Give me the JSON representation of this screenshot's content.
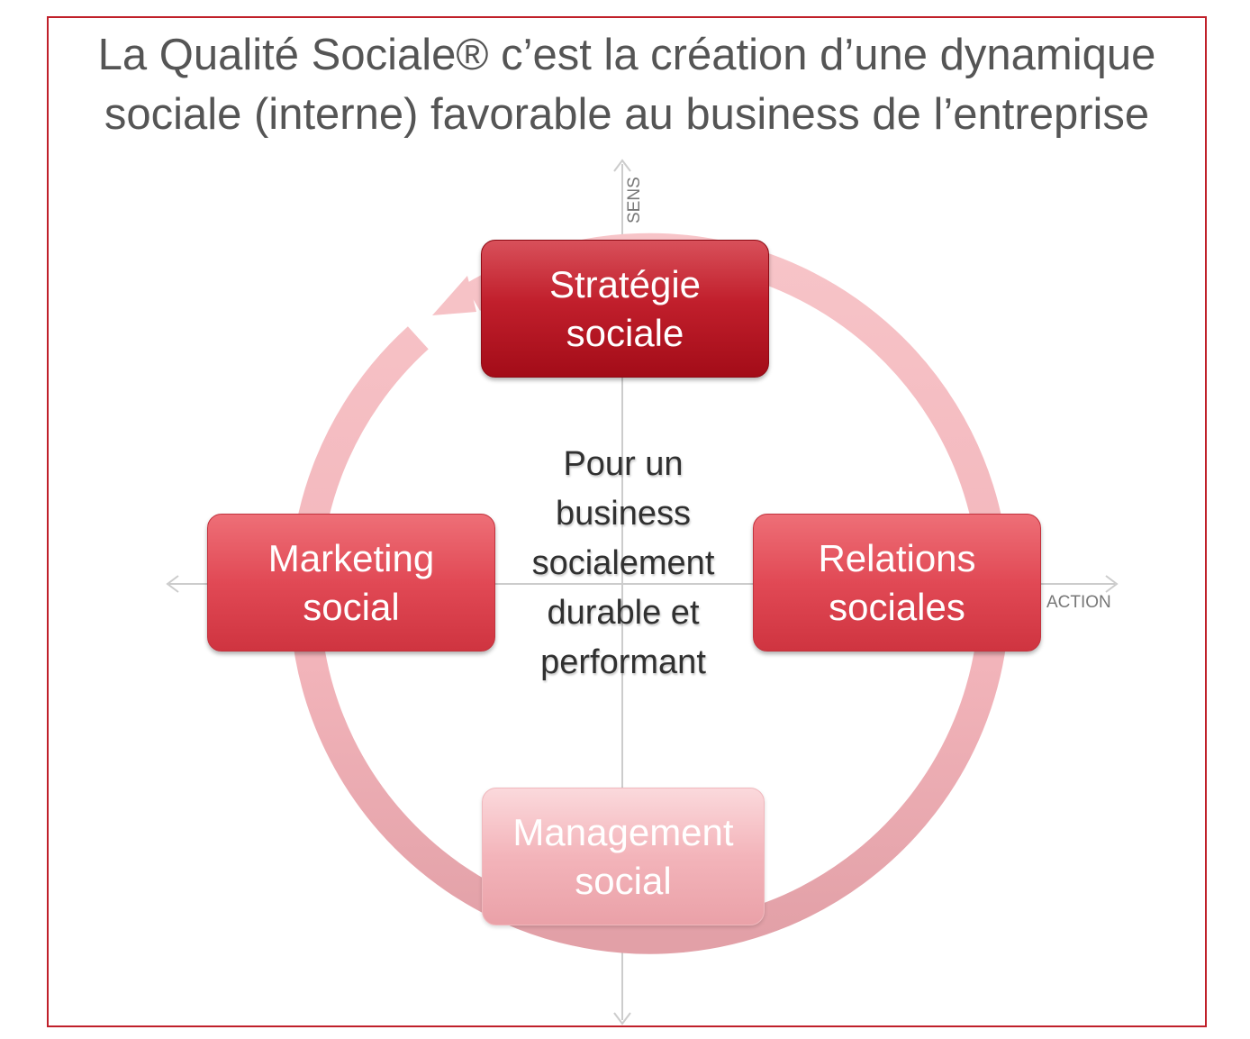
{
  "title": {
    "line1": "La Qualité Sociale® c’est la création d’une dynamique",
    "line2": "sociale (interne) favorable au business de l’entreprise"
  },
  "axes": {
    "vertical_label": "SENS",
    "horizontal_label": "ACTION"
  },
  "nodes": {
    "top": {
      "line1": "Stratégie",
      "line2": "sociale"
    },
    "left": {
      "line1": "Marketing",
      "line2": "social"
    },
    "right": {
      "line1": "Relations",
      "line2": "sociales"
    },
    "bottom": {
      "line1": "Management",
      "line2": "social"
    }
  },
  "center": {
    "line1": "Pour un",
    "line2": "business",
    "line3": "socialement",
    "line4": "durable et",
    "line5": "performant"
  },
  "colors": {
    "frame": "#c0202a",
    "ring": "#f2b6bb",
    "node_dark": "#b01522",
    "node_medium": "#e14955",
    "node_light": "#f3b4ba",
    "axis": "#cccccc"
  }
}
